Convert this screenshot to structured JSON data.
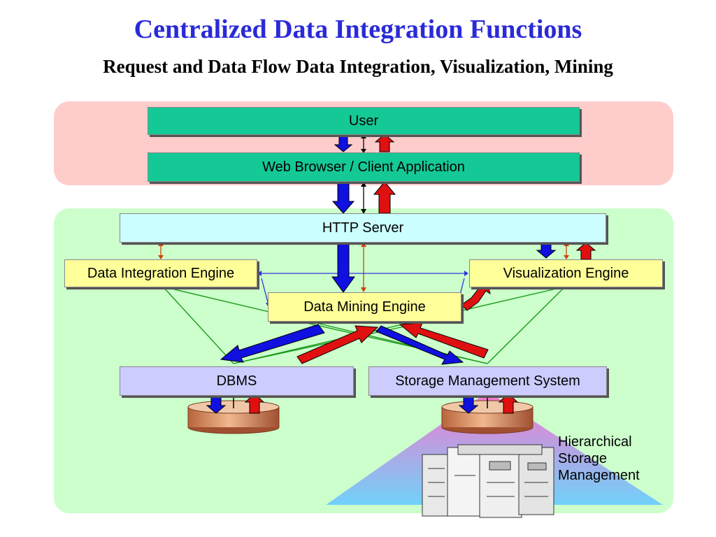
{
  "header": {
    "title": "Centralized Data Integration Functions",
    "subtitle": "Request and Data Flow Data Integration, Visualization, Mining"
  },
  "boxes": {
    "user": "User",
    "web_browser": "Web Browser / Client Application",
    "http_server": "HTTP Server",
    "data_integration": "Data Integration Engine",
    "visualization": "Visualization Engine",
    "data_mining": "Data Mining Engine",
    "dbms": "DBMS",
    "storage_mgmt": "Storage Management System"
  },
  "hsm_label": {
    "line1": "Hierarchical",
    "line2": "Storage",
    "line3": "Management"
  },
  "colors": {
    "title": "#2a2ad8",
    "client_zone": "#ffcccc",
    "server_zone": "#ccffcc",
    "request_arrow": "#1010e0",
    "response_arrow": "#e01010"
  }
}
